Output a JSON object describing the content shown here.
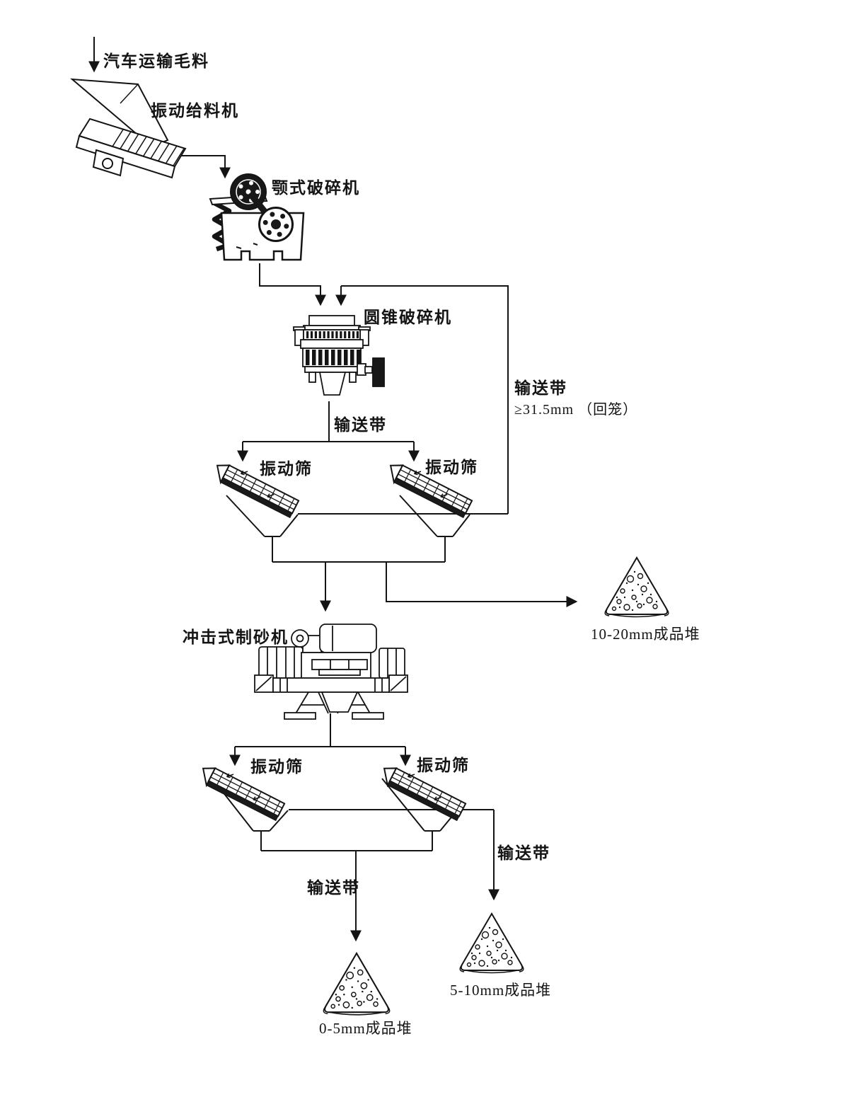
{
  "labels": {
    "raw_material": "汽车运输毛料",
    "vibrating_feeder": "振动给料机",
    "jaw_crusher": "颚式破碎机",
    "cone_crusher": "圆锥破碎机",
    "conveyor_belt": "输送带",
    "return_spec": "≥31.5mm （回笼）",
    "vibrating_screen": "振动筛",
    "impact_sand_maker": "冲击式制砂机",
    "pile_10_20mm": "10-20mm成品堆",
    "pile_5_10mm": "5-10mm成品堆",
    "pile_0_5mm": "0-5mm成品堆"
  },
  "colors": {
    "line": "#141414",
    "background": "#ffffff"
  }
}
